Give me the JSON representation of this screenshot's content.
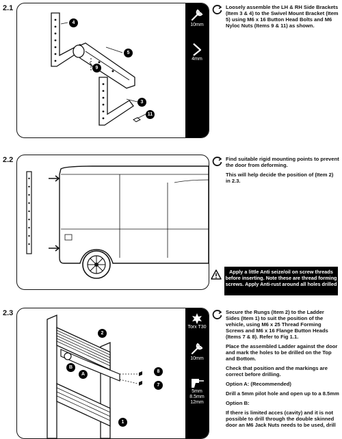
{
  "steps": [
    {
      "number": "2.1",
      "callouts": [
        "4",
        "5",
        "9",
        "3",
        "11"
      ],
      "tools": [
        {
          "icon": "wrench-icon",
          "label": "10mm"
        },
        {
          "icon": "allen-key-icon",
          "label": "4mm"
        }
      ],
      "text": "Loosely assemble the LH & RH Side Brackets (Item 3 & 4) to the Swivel Mount Bracket (Item 5) using M6 x 16 Button Head Bolts and M6 Nyloc Nuts (Items 9 & 11) as shown."
    },
    {
      "number": "2.2",
      "text_bold": "Find suitable rigid mounting points to prevent the door from deforming.",
      "text_line2": "This will help decide the position of (Item 2) in 2.3.",
      "warning": "Apply a little Anti seize/oil on screw threads before inserting. Note these are thread forming screws. Apply Anti-rust around all holes drilled"
    },
    {
      "number": "2.3",
      "callouts": [
        "2",
        "B",
        "A",
        "8",
        "7",
        "1"
      ],
      "tools": [
        {
          "icon": "torx-icon",
          "label": "Torx T30"
        },
        {
          "icon": "wrench-icon",
          "label": "10mm"
        },
        {
          "icon": "drill-icon",
          "label": "5mm 8.5mm 12mm"
        }
      ],
      "paragraphs": [
        "Secure the Rungs (Item 2) to the Ladder Sides (Item 1) to suit the position of the vehicle, using M6 x 25 Thread Forming Screws and M6 x 16 Flange Button Heads (Items 7 & 8). Refer to Fig 1.1.",
        "Place the assembled Ladder against the door and mark the holes to be drilled on the Top and Bottom.",
        "Check that position and the markings are correct before drilling.",
        "Option A: (Recommended)",
        "Drill a 5mm pilot hole and open up to a 8.5mm",
        "Option B:",
        "If there is limited acces (cavity) and it is not possible to drill through the double skinned door an M6 Jack Nuts needs to be used, drill"
      ]
    }
  ]
}
